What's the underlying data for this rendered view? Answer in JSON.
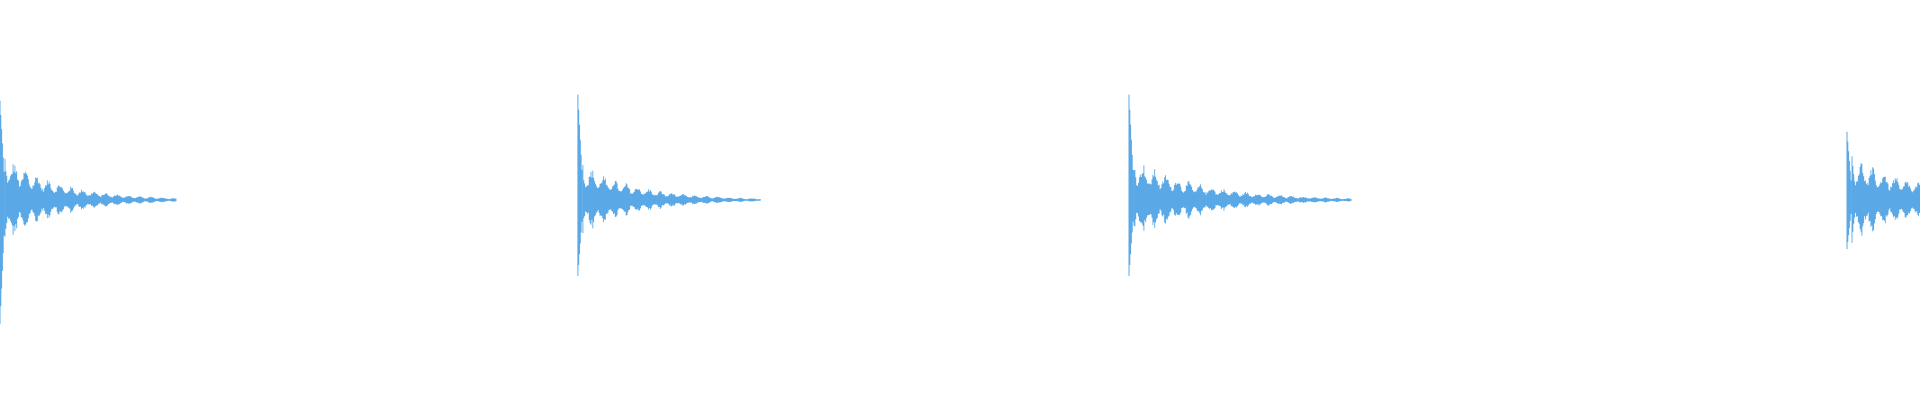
{
  "waveform": {
    "color": "#5aa9e6",
    "background": "#ffffff",
    "hits": [
      {
        "start": 0.0,
        "length": 0.092,
        "peak": 1.0,
        "body": 0.2,
        "polarity": "down"
      },
      {
        "start": 0.301,
        "length": 0.095,
        "peak": 0.85,
        "body": 0.16,
        "polarity": "up"
      },
      {
        "start": 0.588,
        "length": 0.116,
        "peak": 0.85,
        "body": 0.18,
        "polarity": "up"
      },
      {
        "start": 0.962,
        "length": 0.12,
        "peak": 0.55,
        "body": 0.19,
        "polarity": "up"
      }
    ]
  }
}
